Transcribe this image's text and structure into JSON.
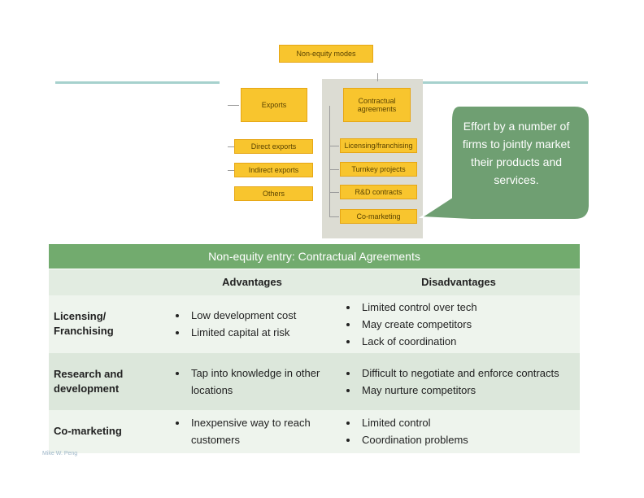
{
  "diagram": {
    "root": "Non-equity modes",
    "left": {
      "label": "Exports",
      "children": [
        "Direct exports",
        "Indirect exports",
        "Others"
      ]
    },
    "right": {
      "label": "Contractual agreements",
      "children": [
        "Licensing/franchising",
        "Turnkey projects",
        "R&D contracts",
        "Co-marketing"
      ]
    }
  },
  "callout": {
    "text": "Effort by a number of firms to jointly market their products and services."
  },
  "table": {
    "title": "Non-equity entry: Contractual Agreements",
    "columns": [
      "",
      "Advantages",
      "Disadvantages"
    ],
    "rows": [
      {
        "label": "Licensing/ Franchising",
        "advantages": [
          "Low development cost",
          "Limited capital at risk"
        ],
        "disadvantages": [
          "Limited control over tech",
          "May create competitors",
          "Lack of coordination"
        ]
      },
      {
        "label": "Research and development",
        "advantages": [
          "Tap into knowledge in other locations"
        ],
        "disadvantages": [
          "Difficult to negotiate and enforce contracts",
          "May nurture competitors"
        ]
      },
      {
        "label": "Co-marketing",
        "advantages": [
          "Inexpensive way to reach customers"
        ],
        "disadvantages": [
          "Limited control",
          "Coordination problems"
        ]
      }
    ]
  },
  "footer": "Mike W. Peng",
  "colors": {
    "box_fill": "#f8c52e",
    "box_border": "#e6a615",
    "rule": "#a6d1cd",
    "callout": "#6f9f72",
    "table_header": "#72ab6e"
  }
}
